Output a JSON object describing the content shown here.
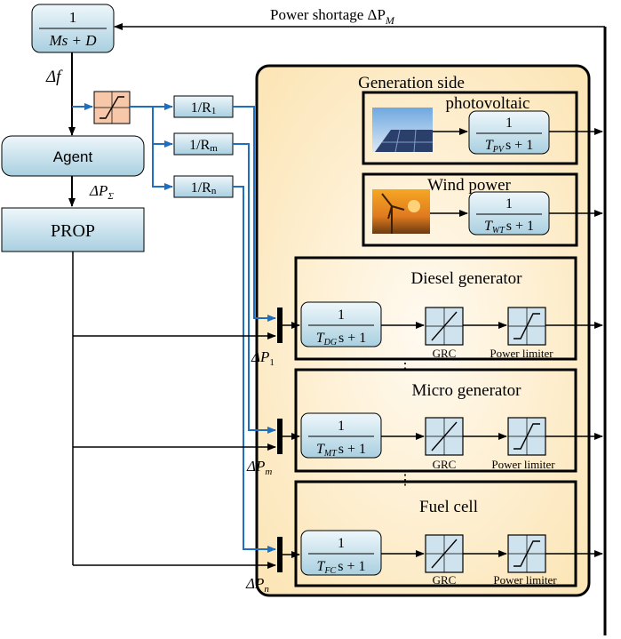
{
  "feedback": {
    "power_shortage_label": "Power shortage ΔP",
    "power_shortage_sub": "M",
    "transfer_num": "1",
    "transfer_den": "Ms + D",
    "delta_f": "Δf"
  },
  "control": {
    "agent": "Agent",
    "delta_p_sigma": "ΔP",
    "delta_p_sigma_sub": "Σ",
    "prop": "PROP",
    "droop": [
      {
        "main": "1/R",
        "sub": "1"
      },
      {
        "main": "1/R",
        "sub": "m"
      },
      {
        "main": "1/R",
        "sub": "n"
      }
    ]
  },
  "generation": {
    "title": "Generation side",
    "renewables": [
      {
        "title": "photovoltaic",
        "tf_num": "1",
        "tf_T": "T",
        "tf_sub": "PV",
        "tf_rest": "s + 1",
        "image": "solar-panel-photo"
      },
      {
        "title": "Wind power",
        "tf_num": "1",
        "tf_T": "T",
        "tf_sub": "WT",
        "tf_rest": "s + 1",
        "image": "wind-turbine-photo"
      }
    ],
    "units": [
      {
        "title": "Diesel generator",
        "tf_num": "1",
        "tf_T": "T",
        "tf_sub": "DG",
        "tf_rest": "s + 1",
        "grc": "GRC",
        "limiter": "Power limiter",
        "input": "ΔP",
        "input_sub": "1"
      },
      {
        "title": "Micro generator",
        "tf_num": "1",
        "tf_T": "T",
        "tf_sub": "MT",
        "tf_rest": "s + 1",
        "grc": "GRC",
        "limiter": "Power limiter",
        "input": "ΔP",
        "input_sub": "m"
      },
      {
        "title": "Fuel cell",
        "tf_num": "1",
        "tf_T": "T",
        "tf_sub": "FC",
        "tf_rest": "s + 1",
        "grc": "GRC",
        "limiter": "Power limiter",
        "input": "ΔP",
        "input_sub": "n"
      }
    ],
    "dots": "⋮"
  },
  "colors": {
    "signal_blue": "#1f6fc0",
    "block_fill_light": "#dcedf4",
    "block_fill_dark": "#a9cfe0",
    "generation_panel": "#fdedc8",
    "saturation_fill": "#f6c7a8"
  }
}
